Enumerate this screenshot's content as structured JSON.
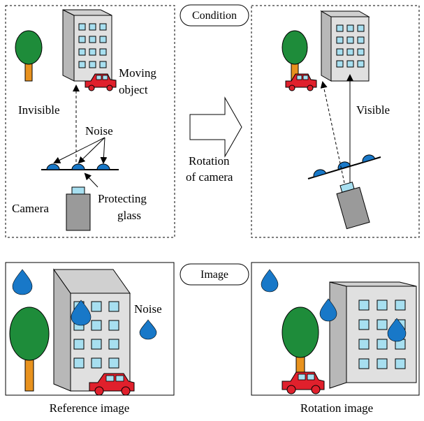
{
  "headers": {
    "condition": "Condition",
    "image": "Image"
  },
  "condition_left": {
    "invisible": "Invisible",
    "moving_object_line1": "Moving",
    "moving_object_line2": "object",
    "noise": "Noise",
    "camera": "Camera",
    "protecting_glass_line1": "Protecting",
    "protecting_glass_line2": "glass"
  },
  "condition_middle": {
    "rotation_line1": "Rotation",
    "rotation_line2": "of camera"
  },
  "condition_right": {
    "visible": "Visible"
  },
  "image_left": {
    "noise": "Noise",
    "caption": "Reference image"
  },
  "image_right": {
    "caption": "Rotation image"
  },
  "colors": {
    "tree_foliage": "#1e8c3a",
    "tree_trunk": "#e8921e",
    "building_face": "#e0e0e0",
    "building_side": "#b8b8b8",
    "window": "#a7dff0",
    "car_body": "#e0202c",
    "camera_body": "#9a9a9a",
    "camera_lens": "#a7dff0",
    "noise_drop": "#1878c8"
  }
}
